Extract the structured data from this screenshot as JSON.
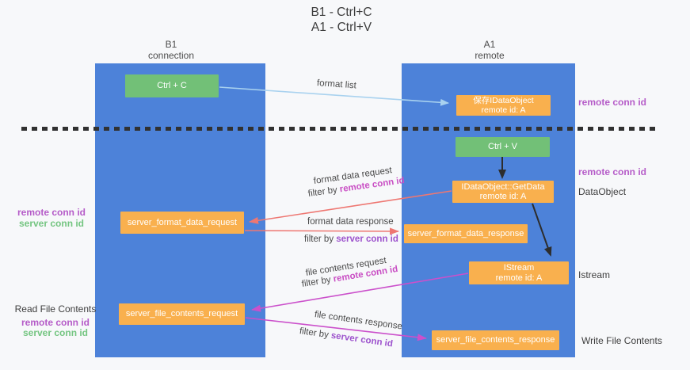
{
  "title": {
    "line1": "B1 - Ctrl+C",
    "line2": "A1 - Ctrl+V"
  },
  "lifelines": {
    "left": {
      "title": "B1",
      "subtitle": "connection"
    },
    "right": {
      "title": "A1",
      "subtitle": "remote"
    }
  },
  "boxes": {
    "ctrl_c": {
      "label": "Ctrl + C"
    },
    "ctrl_v": {
      "label": "Ctrl + V"
    },
    "save_dataobject": {
      "line1": "保存IDataObject",
      "line2": "remote id: A"
    },
    "getdata": {
      "line1": "IDataObject::GetData",
      "line2": "remote id: A"
    },
    "istream": {
      "line1": "IStream",
      "line2": "remote id: A"
    },
    "format_request": {
      "label": "server_format_data_request"
    },
    "format_response": {
      "label": "server_format_data_response"
    },
    "file_request": {
      "label": "server_file_contents_request"
    },
    "file_response": {
      "label": "server_file_contents_response"
    }
  },
  "arrow_labels": {
    "format_list": "format list",
    "format_data_request": "format data request",
    "format_data_response": "format data response",
    "file_contents_request": "file contents request",
    "file_contents_response": "file contents response",
    "filter_by": "filter by ",
    "remote_conn_id": "remote conn id",
    "server_conn_id": "server conn id"
  },
  "side_labels": {
    "remote_conn_id": "remote conn id",
    "server_conn_id": "server conn id",
    "dataobject": "DataObject",
    "istream": "Istream",
    "read_file_contents": "Read File Contents",
    "write_file_contents": "Write File Contents"
  },
  "colors": {
    "lifeline_blue": "#4d82d9",
    "box_green": "#72c077",
    "box_orange": "#f9b04e",
    "arrow_salmon": "#ee7772",
    "arrow_magenta": "#cb50cb",
    "arrow_light_blue": "#a9d2ef",
    "arrow_black": "#2d2d2d",
    "conn_id_purple": "#b55bc8",
    "conn_id_magenta": "#c94fc4",
    "conn_id_violet": "#9d53cd",
    "conn_id_green": "#74c581"
  }
}
